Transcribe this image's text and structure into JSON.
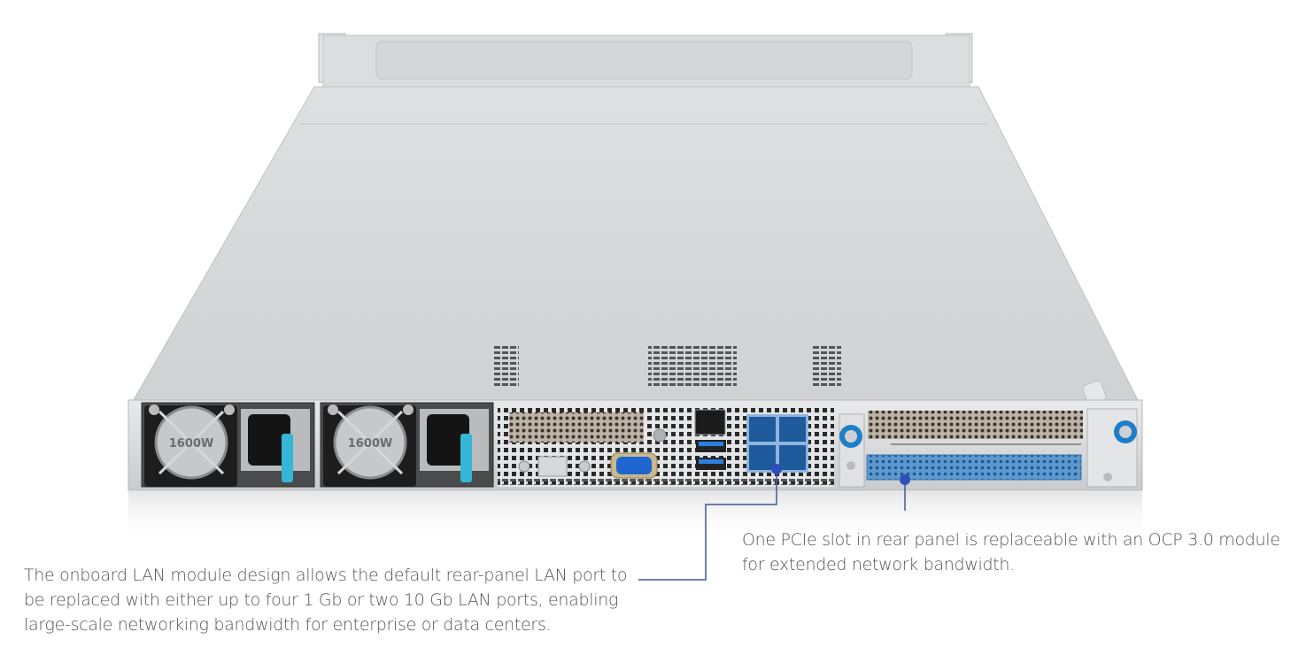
{
  "product": {
    "subject": "1U rack server rear view",
    "psu_label": "1600W",
    "psu_count": 2,
    "colors": {
      "chassis": "#d4d6d8",
      "chassis_light": "#e6e7e8",
      "psu_handle": "#35b6d6",
      "lan_module": "#1e5a9c",
      "pcie_slot": "#4f8fc8",
      "vga": "#1f66d1",
      "thumbscrew": "#1e7fc8",
      "callout_line": "#44569a",
      "callout_dot": "#2f4fb8",
      "caption_text": "#555555"
    }
  },
  "callouts": [
    {
      "id": "lan-module",
      "lines": [
        "The onboard LAN module design allows the default rear-panel LAN port to",
        "be replaced with either up to four 1 Gb or two 10 Gb LAN ports, enabling",
        "large-scale networking bandwidth for enterprise or data centers."
      ]
    },
    {
      "id": "pcie-ocp",
      "lines": [
        "One PCIe slot in rear panel is replaceable with an OCP 3.0 module",
        "for extended network bandwidth."
      ]
    }
  ]
}
